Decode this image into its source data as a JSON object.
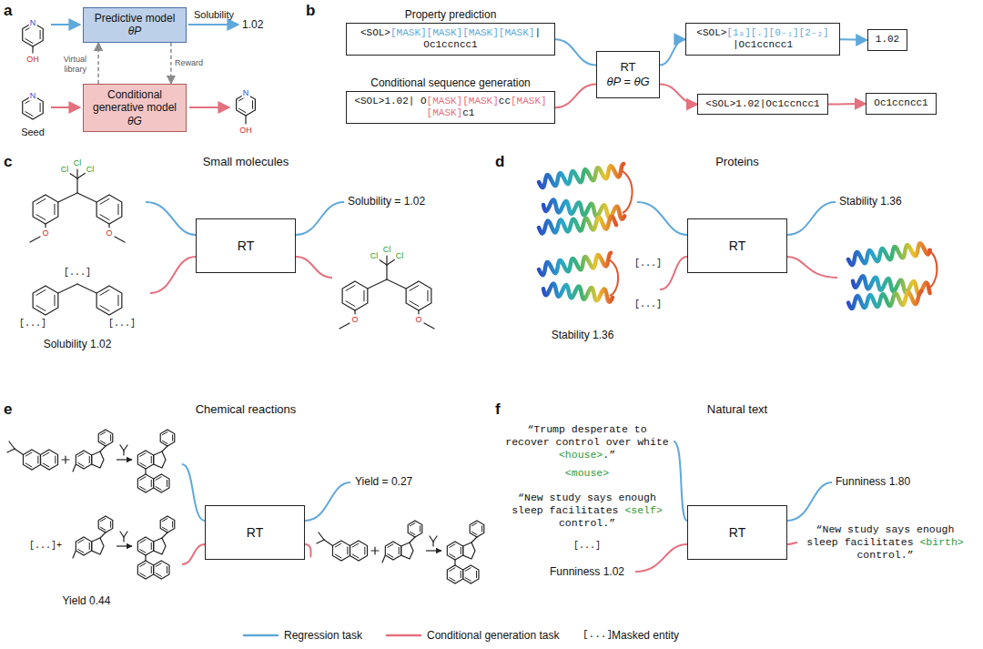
{
  "diagram": {
    "nodes": [
      {
        "text": [
          "Predictive model",
          "θP"
        ]
      },
      {
        "text": [
          "Conditional generative model",
          "θG"
        ]
      },
      {
        "text": [
          "Property prediction",
          "<SOL>[MASK][MASK][MASK][MASK]| Oc1ccncc1"
        ]
      },
      {
        "text": [
          "Conditional sequence generation",
          "<SOL>1.02| O[MASK][MASK]cc[MASK][MASK]c1"
        ]
      },
      {
        "text": [
          "RT",
          "θP = θG"
        ]
      },
      {
        "text": [
          "<SOL>[1₀][.][0₋₁][2₋₂] |Oc1ccncc1"
        ]
      },
      {
        "text": [
          "<SOL>1.02|Oc1ccncc1"
        ]
      },
      {
        "text": [
          "1.02"
        ]
      },
      {
        "text": [
          "Oc1ccncc1"
        ]
      },
      {
        "text": [
          "RT"
        ]
      },
      {
        "text": [
          "RT"
        ]
      },
      {
        "text": [
          "RT"
        ]
      },
      {
        "text": [
          "RT"
        ]
      }
    ],
    "edges": [
      {
        "from": 1,
        "to": 0,
        "label": "Virtual library",
        "arrow": "to"
      },
      {
        "from": 0,
        "to": 1,
        "label": "Reward",
        "arrow": "to"
      },
      {
        "from": 2,
        "to": 4,
        "arrow": "none"
      },
      {
        "from": 3,
        "to": 4,
        "arrow": "none"
      },
      {
        "from": 4,
        "to": 5,
        "arrow": "to"
      },
      {
        "from": 4,
        "to": 6,
        "arrow": "to"
      },
      {
        "from": 5,
        "to": 7,
        "arrow": "to"
      },
      {
        "from": 6,
        "to": 8,
        "arrow": "to"
      }
    ],
    "labels": [
      "a",
      "Solubility",
      "1.02",
      "N",
      "OH",
      "N",
      "Seed",
      "N",
      "OH",
      "b",
      "c",
      "Small molecules",
      "Cl",
      "Cl",
      "Cl",
      "O",
      "O",
      "[...]",
      "[...]",
      "[...]",
      "Solubility 1.02",
      "Solubility = 1.02",
      "Cl",
      "Cl",
      "Cl",
      "O",
      "O",
      "d",
      "Proteins",
      "[...]",
      "[...]",
      "Stability 1.36",
      "Stability 1.36",
      "e",
      "Chemical reactions",
      "[...]+",
      "Yield 0.44",
      "Yield = 0.27",
      "f",
      "Natural text",
      "“Trump desperate to recover control over white <house>.”",
      "<mouse>",
      "“New study says enough sleep facilitates <self> control.”",
      "[...]",
      "Funniness 1.02",
      "Funniness 1.80",
      "“New study says enough sleep facilitates <birth> control.”",
      "[...]"
    ],
    "legend": [
      {
        "text": "Regression task"
      },
      {
        "text": "Conditional generation task"
      },
      {
        "text": "Masked entity"
      }
    ]
  }
}
